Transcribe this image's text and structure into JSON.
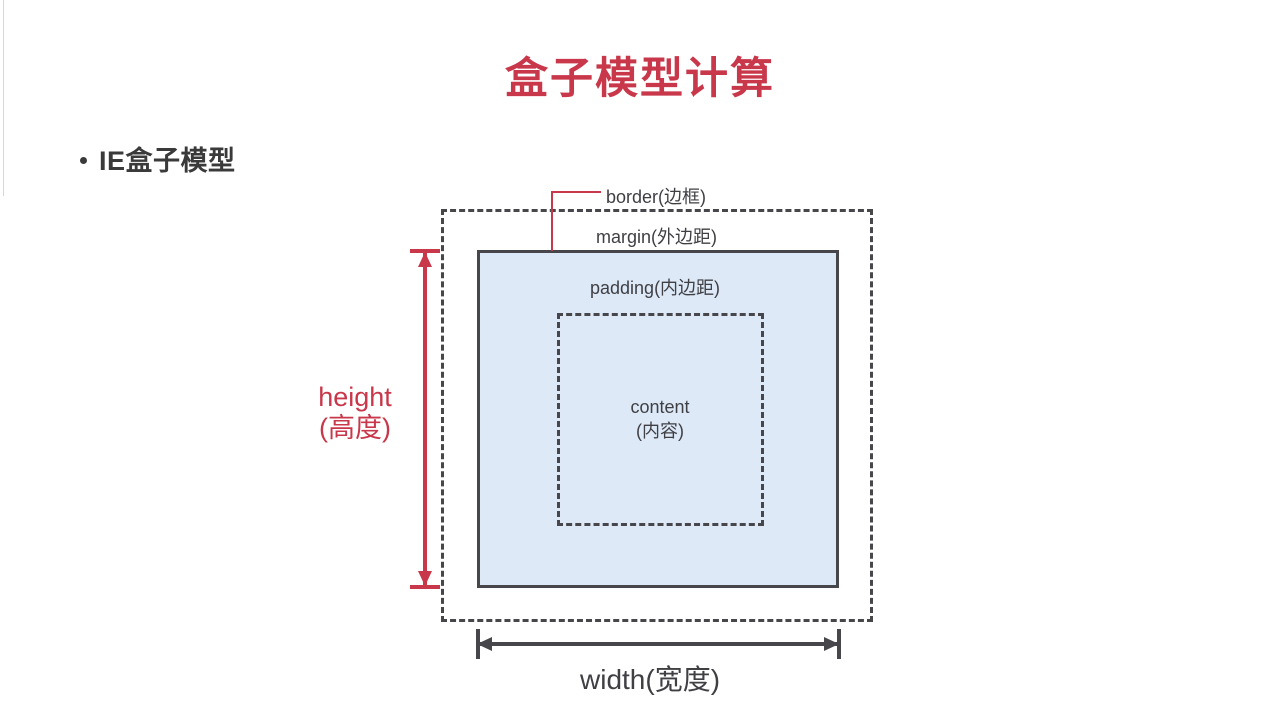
{
  "slide": {
    "title": "盒子模型计算",
    "title_color": "#c8374a",
    "bullet": {
      "marker": "bullet-dot",
      "label": "IE盒子模型"
    }
  },
  "diagram": {
    "name": "ie-box-model-diagram",
    "boxes": {
      "margin": {
        "label": "margin(外边距)",
        "border_style": "dashed",
        "border_color": "#46464b",
        "fill": "transparent"
      },
      "border": {
        "label": "border(边框)",
        "border_style": "solid",
        "border_color": "#46464b",
        "fill": "#dde9f7",
        "callout_color": "#c8374a"
      },
      "padding": {
        "label": "padding(内边距)",
        "fill": "#dde9f7"
      },
      "content": {
        "label_line1": "content",
        "label_line2": "(内容)",
        "border_style": "dashed",
        "border_color": "#46464b"
      }
    },
    "measures": {
      "height": {
        "label_line1": "height",
        "label_line2": "(高度)",
        "color": "#c8374a",
        "orientation": "vertical"
      },
      "width": {
        "label": "width(宽度)",
        "color": "#46464b",
        "orientation": "horizontal"
      }
    }
  }
}
